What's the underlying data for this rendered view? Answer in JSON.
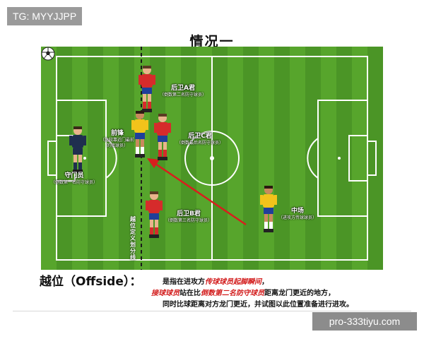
{
  "tag": "TG: MYYJJPP",
  "title": "情况一",
  "colors": {
    "grass_light": "#57a52c",
    "grass_dark": "#4b9526",
    "line": "#ffffff",
    "arrow": "#d81e1e",
    "red_team": "#d62b2b",
    "yellow_team": "#f2c31b",
    "keeper": "#1f2f4f"
  },
  "players": {
    "defender_a": {
      "main": "后卫A君",
      "sub": "（倒数第二名防守球员）"
    },
    "forward": {
      "main": "前锋",
      "sub1": "（比较靠近门最前",
      "sub2": "的接球员）"
    },
    "defender_c": {
      "main": "后卫C君",
      "sub": "（倒数最后名防守球员）"
    },
    "goalkeeper": {
      "main": "守门员",
      "sub": "（倒数第一名防守球员）"
    },
    "defender_b": {
      "main": "后卫B君",
      "sub": "（倒数第三名防守球员）"
    },
    "midfielder": {
      "main": "中场",
      "sub": "（进攻方传球球员）"
    }
  },
  "offside_line_label": "越位定义划分线",
  "description": {
    "term": "越位（Offside）：",
    "line1_pre": "是指在进攻方",
    "line1_red": "传球球员起脚瞬间",
    "line1_post": "，",
    "line2_red1": "接球球员",
    "line2_mid": "站在比",
    "line2_red2": "倒数第二名防守球员",
    "line2_post": "距离龙门更近的地方，",
    "line3": "同时比球距离对方龙门更近，并试图以此位置准备进行进攻。"
  },
  "watermark": "pro-333tiyu.com"
}
